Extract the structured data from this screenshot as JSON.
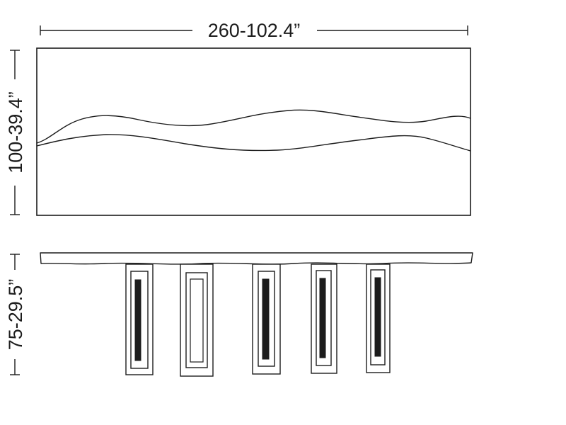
{
  "drawing": {
    "name": "table-technical-drawing",
    "dimensions": {
      "width": "260-102.4”",
      "depth": "100-39.4”",
      "height": "75-29.5”"
    },
    "legs_count": 5,
    "colors": {
      "line": "#1c1c1c",
      "background": "#ffffff"
    }
  }
}
